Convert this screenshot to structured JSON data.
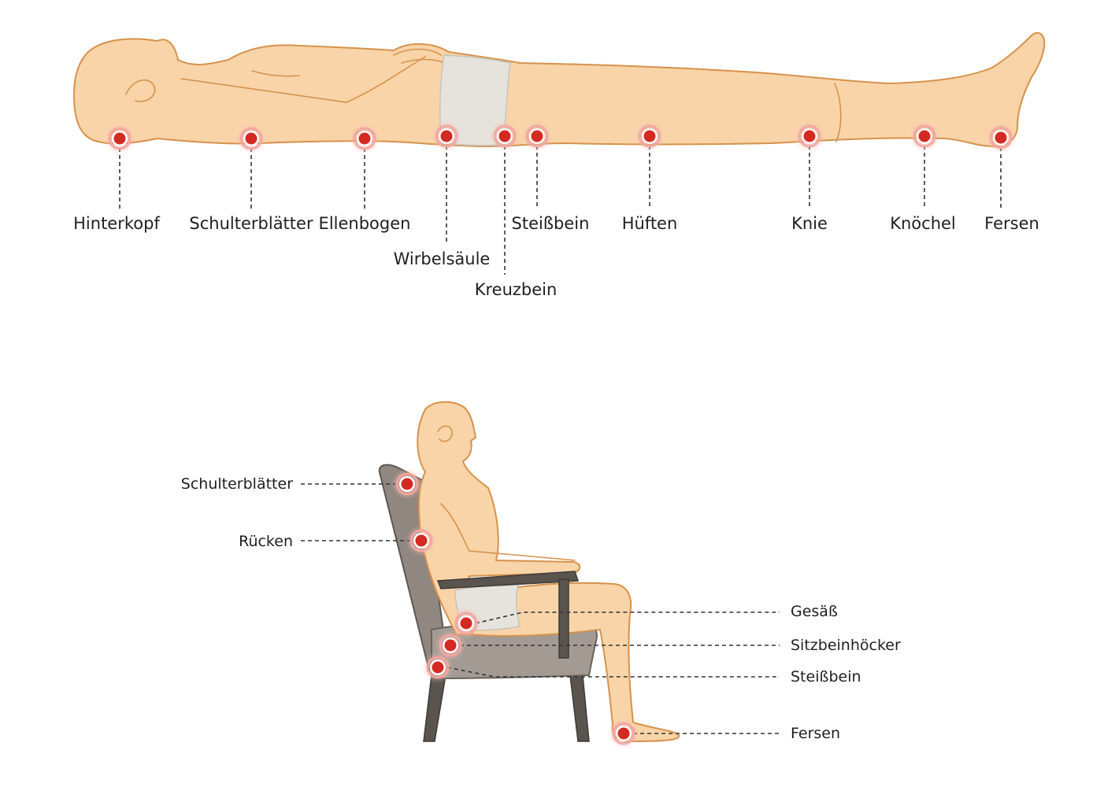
{
  "colors": {
    "skin": "#f8d4a8",
    "skin_outline": "#d6924c",
    "marker_core": "#d42a22",
    "marker_glow": "#f2a6a0",
    "shorts": "#e6e2dc",
    "chair": "#8f8780",
    "text": "#1f1f1f"
  },
  "lying": {
    "labels": [
      "Hinterkopf",
      "Schulterblätter",
      "Ellenbogen",
      "Wirbelsäule",
      "Kreuzbein",
      "Steißbein",
      "Hüften",
      "Knie",
      "Knöchel",
      "Fersen"
    ]
  },
  "sitting": {
    "labels": [
      "Schulterblätter",
      "Rücken",
      "Gesäß",
      "Sitzbeinhöcker",
      "Steißbein",
      "Fersen"
    ]
  }
}
